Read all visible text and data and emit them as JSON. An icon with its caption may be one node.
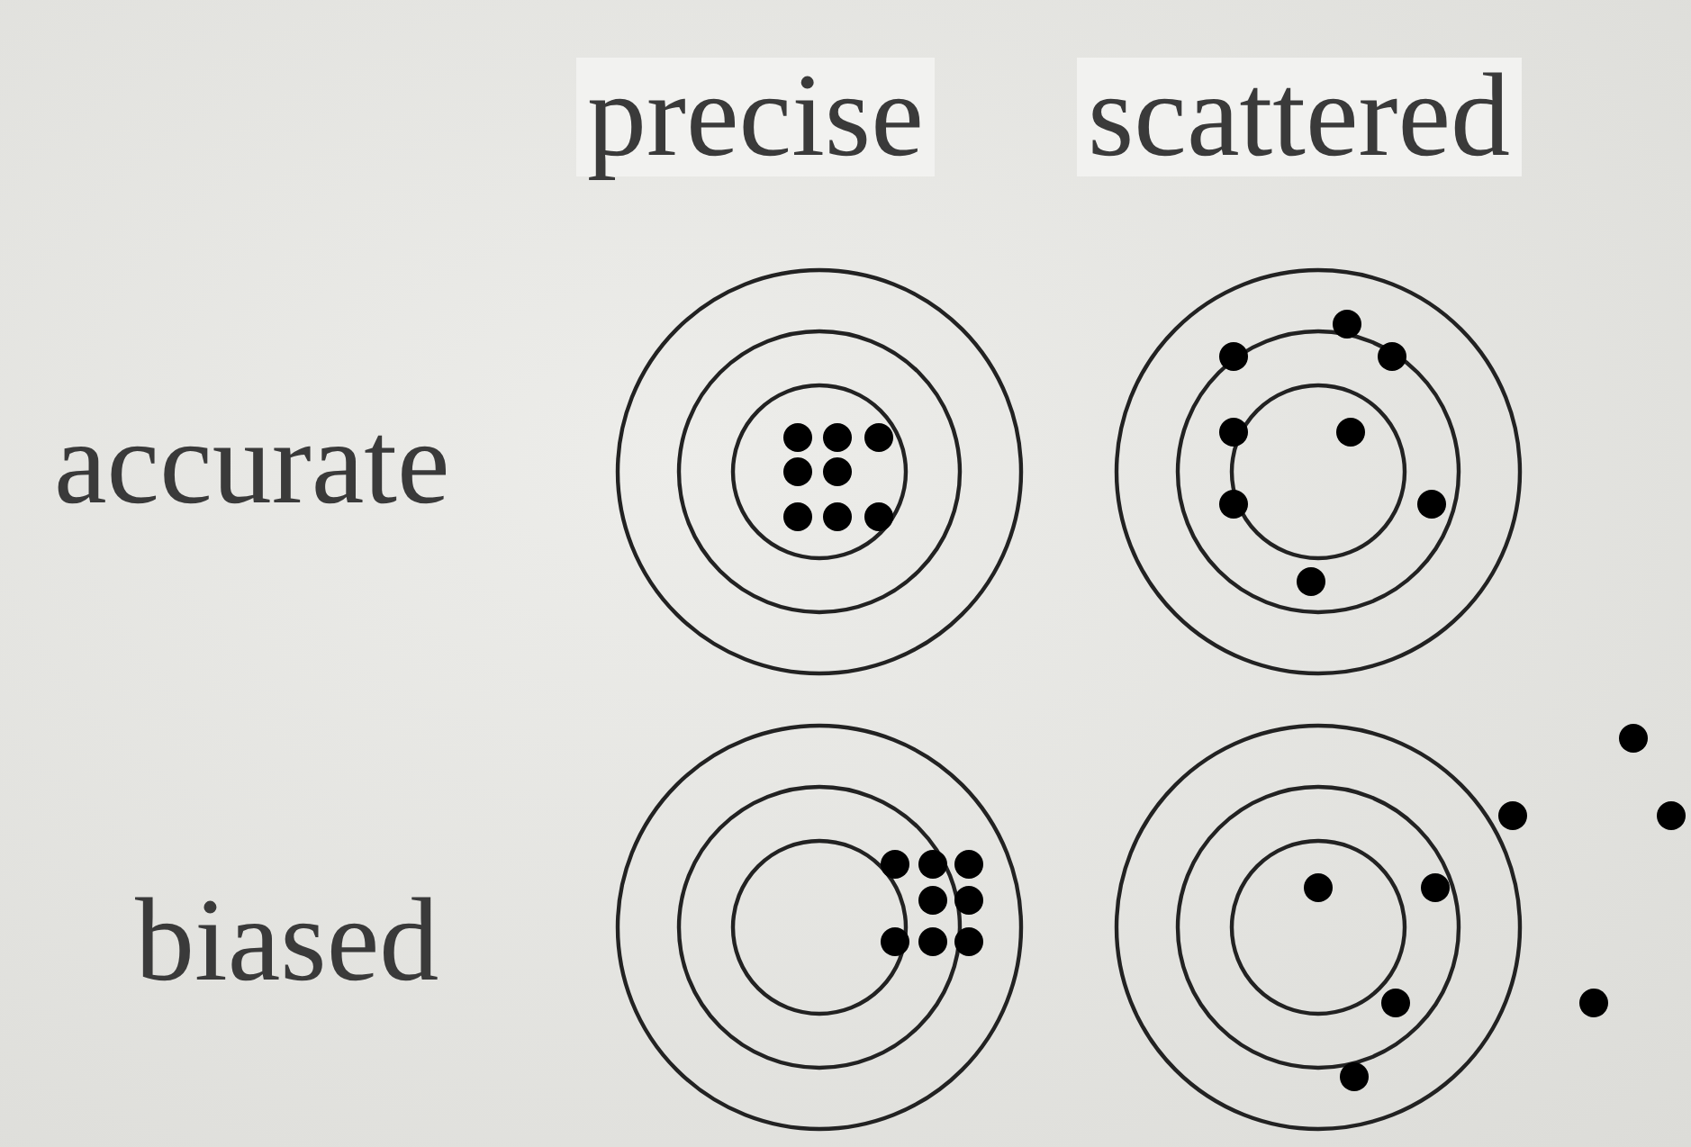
{
  "diagram": {
    "labels": [
      "precise",
      "scattered",
      "accurate",
      "biased"
    ]
  }
}
